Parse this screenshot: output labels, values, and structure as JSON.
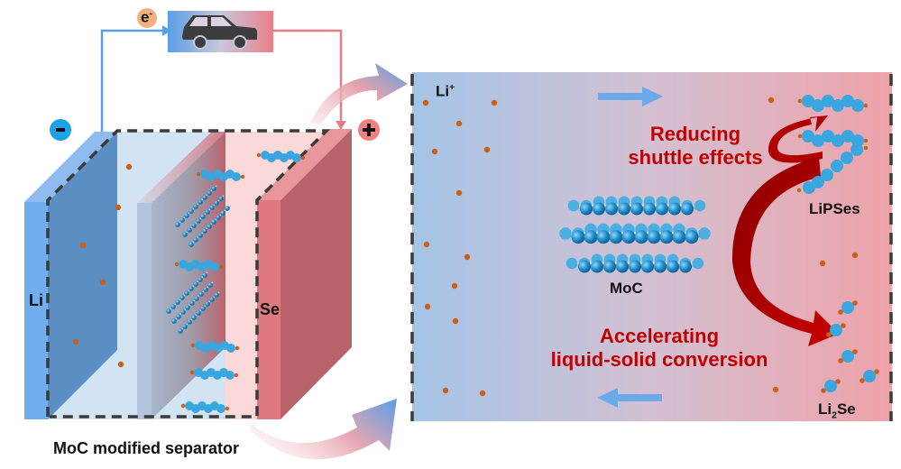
{
  "figure": {
    "left_panel": {
      "electron_label": "e",
      "electron_superscript": "-",
      "negative_terminal_symbol": "-",
      "positive_terminal_symbol": "+",
      "anode_label": "Li",
      "cathode_label": "Se",
      "separator_caption": "MoC modified separator",
      "load_icon": "car-icon"
    },
    "right_panel": {
      "ion_label": "Li",
      "ion_superscript": "+",
      "catalyst_label": "MoC",
      "polyselenide_label": "LiPSes",
      "product_label_main": "Li",
      "product_label_sub": "2",
      "product_label_tail": "Se",
      "effect_1_line1": "Reducing",
      "effect_1_line2": "shuttle effects",
      "effect_2_line1": "Accelerating",
      "effect_2_line2": "liquid-solid conversion"
    },
    "colors": {
      "blue_anode": "#6fa8e6",
      "blue_anode_dark": "#5b8fc4",
      "red_cathode": "#e07880",
      "red_cathode_dark": "#b8636b",
      "separator_pink": "#fbd9d9",
      "electrolyte_blue": "#d2e3f4",
      "li_ion_dot": "#c8601a",
      "molecule_blue": "#3aa6e0",
      "effect_text": "#c00000",
      "dashed_outline": "#3a3a3a",
      "electron_badge": "#f3b07e",
      "minus_badge": "#1ea0e6",
      "plus_badge": "#f08080"
    }
  }
}
